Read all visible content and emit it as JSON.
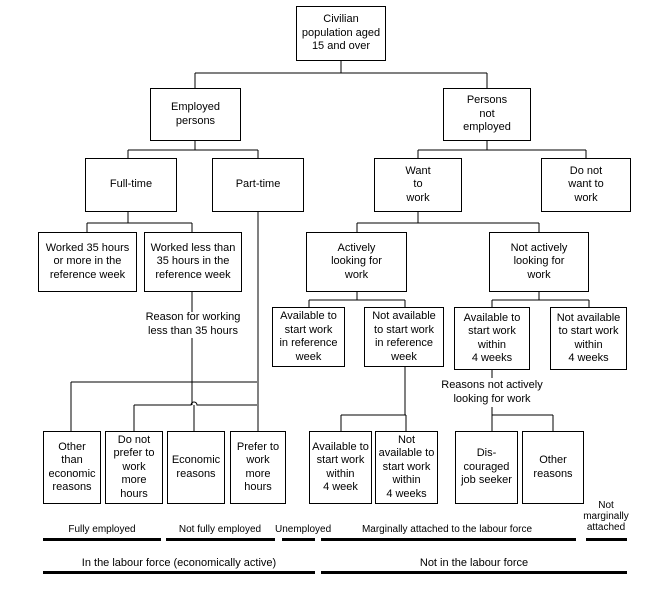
{
  "boxes": {
    "civilian": "Civilian\npopulation aged\n15 and over",
    "employed": "Employed\npersons",
    "not_employed": "Persons\nnot\nemployed",
    "full_time": "Full-time",
    "part_time": "Part-time",
    "want_to_work": "Want\nto\nwork",
    "do_not_want": "Do not\nwant to\nwork",
    "worked_35_more": "Worked 35 hours\nor more in the\nreference week",
    "worked_less_35": "Worked less than\n35 hours in the\nreference week",
    "actively_looking": "Actively\nlooking for\nwork",
    "not_actively_looking": "Not actively\nlooking for\nwork",
    "avail_ref_week": "Available to\nstart work\nin reference\nweek",
    "not_avail_ref_week": "Not available\nto start work\nin reference\nweek",
    "avail_4_weeks": "Available to\nstart work\nwithin\n4 weeks",
    "not_avail_4_weeks": "Not available\nto start work\nwithin\n4 weeks",
    "other_than_economic": "Other\nthan\neconomic\nreasons",
    "not_prefer_more": "Do not\nprefer to\nwork\nmore\nhours",
    "economic_reasons": "Economic\nreasons",
    "prefer_more": "Prefer to\nwork\nmore\nhours",
    "avail_4_week_b": "Available to\nstart work\nwithin\n4 week",
    "not_avail_4_weeks_b": "Not\navailable to\nstart work\nwithin\n4 weeks",
    "discouraged": "Dis-\ncouraged\njob seeker",
    "other_reasons": "Other\nreasons"
  },
  "labels": {
    "reason_working_less": "Reason for working\nless than 35 hours",
    "reasons_not_actively": "Reasons not actively\nlooking for work"
  },
  "categories": {
    "fully_employed": "Fully employed",
    "not_fully_employed": "Not fully employed",
    "unemployed": "Unemployed",
    "marginally_attached": "Marginally attached to the labour force",
    "not_marginally_attached": "Not\nmarginally\nattached"
  },
  "summary": {
    "in_labour_force": "In the labour force (economically active)",
    "not_in_labour_force": "Not in the labour force"
  }
}
